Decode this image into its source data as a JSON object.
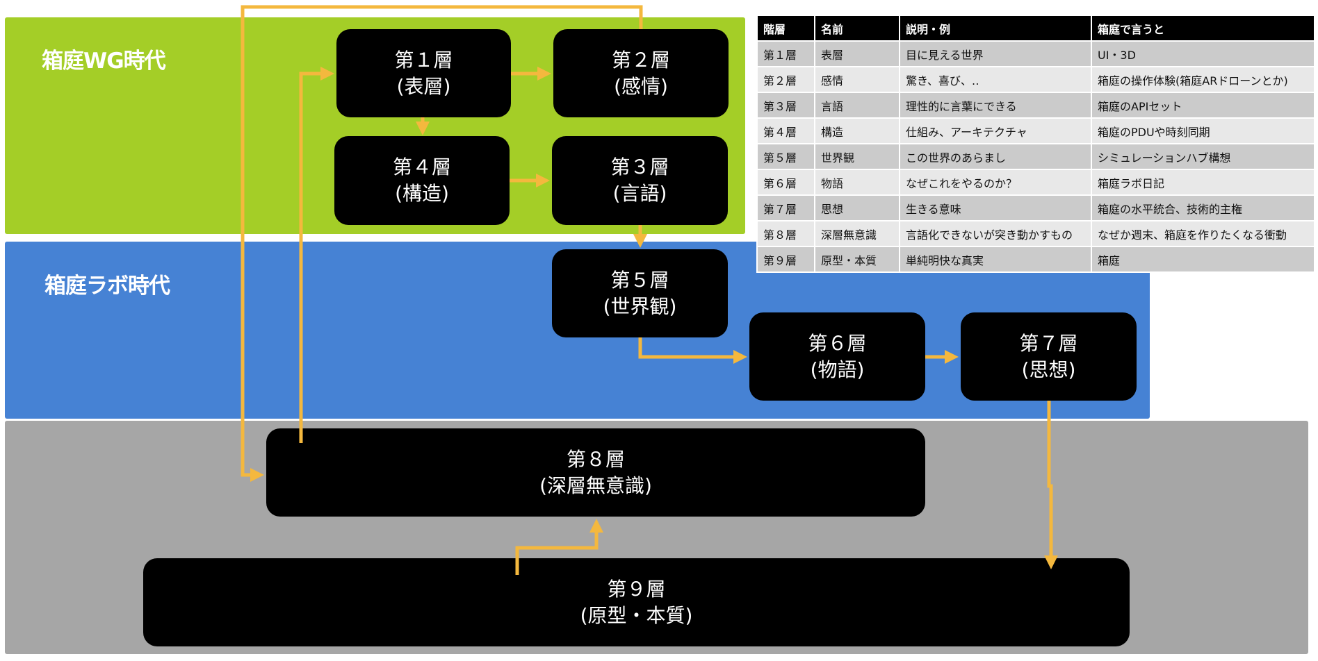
{
  "eras": {
    "wg": "箱庭WG時代",
    "lab": "箱庭ラボ時代"
  },
  "boxes": {
    "l1": {
      "title": "第１層",
      "name": "(表層)"
    },
    "l2": {
      "title": "第２層",
      "name": "(感情)"
    },
    "l3": {
      "title": "第３層",
      "name": "(言語)"
    },
    "l4": {
      "title": "第４層",
      "name": "(構造)"
    },
    "l5": {
      "title": "第５層",
      "name": "(世界観)"
    },
    "l6": {
      "title": "第６層",
      "name": "(物語)"
    },
    "l7": {
      "title": "第７層",
      "name": "(思想)"
    },
    "l8": {
      "title": "第８層",
      "name": "(深層無意識)"
    },
    "l9": {
      "title": "第９層",
      "name": "(原型・本質)"
    }
  },
  "colors": {
    "wg": "#A4CE27",
    "lab": "#4682D4",
    "base": "#A6A6A6",
    "arrow": "#F4B83E"
  },
  "table": {
    "headers": [
      "階層",
      "名前",
      "説明・例",
      "箱庭で言うと"
    ],
    "rows": [
      [
        "第１層",
        "表層",
        "目に見える世界",
        "UI・3D"
      ],
      [
        "第２層",
        "感情",
        "驚き、喜び、‥",
        "箱庭の操作体験(箱庭ARドローンとか)"
      ],
      [
        "第３層",
        "言語",
        "理性的に言葉にできる",
        "箱庭のAPIセット"
      ],
      [
        "第４層",
        "構造",
        "仕組み、アーキテクチャ",
        "箱庭のPDUや時刻同期"
      ],
      [
        "第５層",
        "世界観",
        "この世界のあらまし",
        "シミュレーションハブ構想"
      ],
      [
        "第６層",
        "物語",
        "なぜこれをやるのか？",
        "箱庭ラボ日記"
      ],
      [
        "第７層",
        "思想",
        "生きる意味",
        "箱庭の水平統合、技術的主権"
      ],
      [
        "第８層",
        "深層無意識",
        "言語化できないが突き動かすもの",
        "なぜか週末、箱庭を作りたくなる衝動"
      ],
      [
        "第９層",
        "原型・本質",
        "単純明快な真実",
        "箱庭"
      ]
    ]
  }
}
